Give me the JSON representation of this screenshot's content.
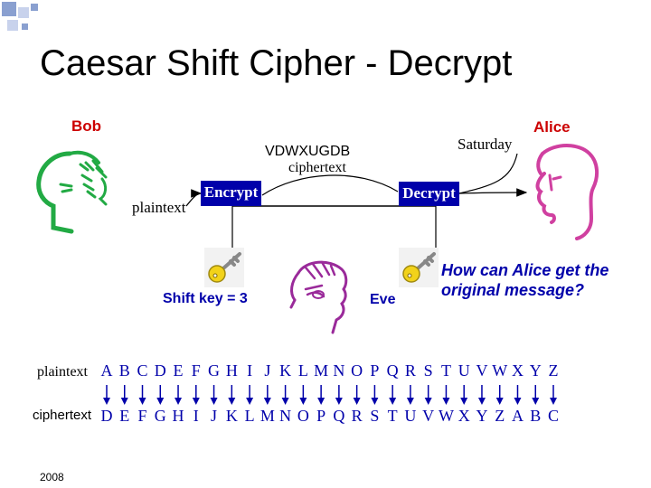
{
  "title": "Caesar Shift Cipher - Decrypt",
  "actors": {
    "left": "Bob",
    "right": "Alice",
    "eavesdropper": "Eve"
  },
  "flow": {
    "plaintext_label": "plaintext",
    "encrypt_label": "Encrypt",
    "decrypt_label": "Decrypt",
    "ciphertext_word": "VDWXUGDB",
    "ciphertext_label": "ciphertext",
    "decrypted_word": "Saturday"
  },
  "shift_key_label": "Shift key = 3",
  "question": "How can Alice get the original message?",
  "mapping": {
    "plaintext_label": "plaintext",
    "ciphertext_label": "ciphertext",
    "plain": [
      "A",
      "B",
      "C",
      "D",
      "E",
      "F",
      "G",
      "H",
      "I",
      "J",
      "K",
      "L",
      "M",
      "N",
      "O",
      "P",
      "Q",
      "R",
      "S",
      "T",
      "U",
      "V",
      "W",
      "X",
      "Y",
      "Z"
    ],
    "cipher": [
      "D",
      "E",
      "F",
      "G",
      "H",
      "I",
      "J",
      "K",
      "L",
      "M",
      "N",
      "O",
      "P",
      "Q",
      "R",
      "S",
      "T",
      "U",
      "V",
      "W",
      "X",
      "Y",
      "Z",
      "A",
      "B",
      "C"
    ]
  },
  "footer_year": "2008",
  "colors": {
    "accent_red": "#cc0000",
    "box_blue": "#0000aa",
    "bob_face": "#22aa44",
    "alice_face": "#d040a0",
    "eve_face": "#9a2a9a",
    "key_yellow": "#f2d21a",
    "corner_blue": "#8aa0d0"
  },
  "icons": [
    "corner-squares-icon",
    "bob-face-icon",
    "alice-face-icon",
    "eve-face-icon",
    "key-icon"
  ]
}
